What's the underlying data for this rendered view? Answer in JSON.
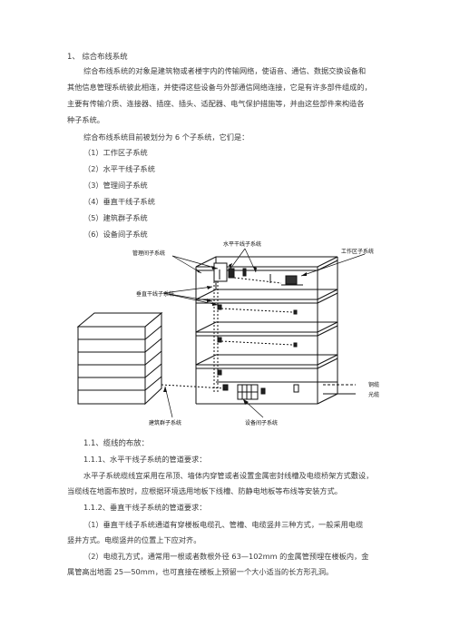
{
  "section1": {
    "heading": "1、 综合布线系统",
    "para1": [
      "综合布线系统的对象是建筑物或者楼宇内的传输网络，使语音、通信、数据交换设备和",
      "其他信息管理系统彼此相连，并使得这些设备与外部通信网络连接，它是有许多部件组成的，",
      "主要有传输介质、连接器、插座、插头、适配器、电气保护措施等，并由这些部件来构造各",
      "种子系统。"
    ],
    "para2": "综合布线系统目前被划分为 6 个子系统，它们是：",
    "items": [
      "（1）工作区子系统",
      "（2）水平干线子系统",
      "（3）管理间子系统",
      "（4）垂直干线子系统",
      "（5）建筑群子系统",
      "（6）设备间子系统"
    ]
  },
  "figure": {
    "labels": {
      "horizontal": "水平干线子系统",
      "management": "管理间子系统",
      "work_area": "工作区子系统",
      "vertical": "垂直干线子系统",
      "campus": "建筑群子系统",
      "equipment": "设备间子系统",
      "copper": "铜缆",
      "fiber": "光缆"
    }
  },
  "section11": {
    "heading": "1.1、缆线的布放：",
    "s111_heading": "1.1.1、水平干线子系统的管道要求：",
    "s111_body": [
      "水平子系统缆线宜采用在吊顶、墙体内穿管或者设置金属密封线槽及电缆桥架方式敷设，",
      "当缆线在地面布放时，应根据环境选用地板下线槽、防静电地板等布线等安装方式。"
    ],
    "s112_heading": "1.1.2、垂直干线子系统的管道要求：",
    "s112_body1": [
      "（1）垂直干线子系统通道有穿楼板电缆孔、管槽、电缆竖井三种方式，一般采用电缆",
      "竖井方式。电缆竖井的位置上下应对齐。"
    ],
    "s112_body2": [
      "（2）电缆孔方式，通常用一根或者数根外径 63—102mm 的金属管预埋在楼板内，金",
      "属管高出地面 25—50mm，也可直接在楼板上预留一个大小适当的长方形孔洞。"
    ]
  }
}
